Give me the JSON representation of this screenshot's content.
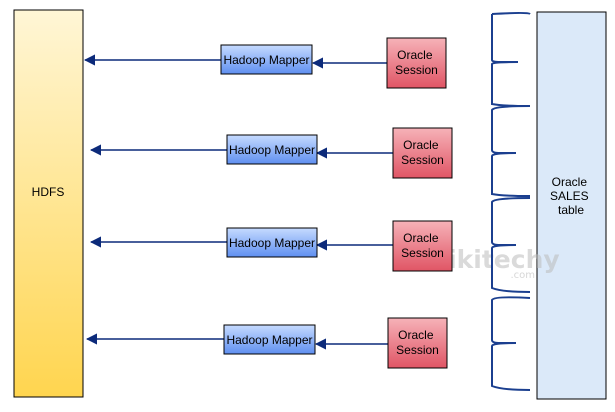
{
  "hdfs_label": "HDFS",
  "sales_table_label": [
    "Oracle",
    "SALES",
    "table"
  ],
  "rows": [
    {
      "mapper_label": "Hadoop Mapper",
      "session_label": [
        "Oracle",
        "Session"
      ]
    },
    {
      "mapper_label": "Hadoop Mapper",
      "session_label": [
        "Oracle",
        "Session"
      ]
    },
    {
      "mapper_label": "Hadoop Mapper",
      "session_label": [
        "Oracle",
        "Session"
      ]
    },
    {
      "mapper_label": "Hadoop Mapper",
      "session_label": [
        "Oracle",
        "Session"
      ]
    }
  ],
  "watermark": {
    "brand": "wikitechy",
    "suffix": ".com"
  },
  "colors": {
    "hdfs_top": "#fff6d6",
    "hdfs_bottom": "#ffd54f",
    "table_fill": "#dbe9f9",
    "mapper_top": "#c6dbff",
    "mapper_bottom": "#5f8ff0",
    "session_top": "#f6b2b8",
    "session_bottom": "#e05565",
    "arrow": "#0c2a7a",
    "brace": "#1b3f8f",
    "border": "#000000"
  }
}
